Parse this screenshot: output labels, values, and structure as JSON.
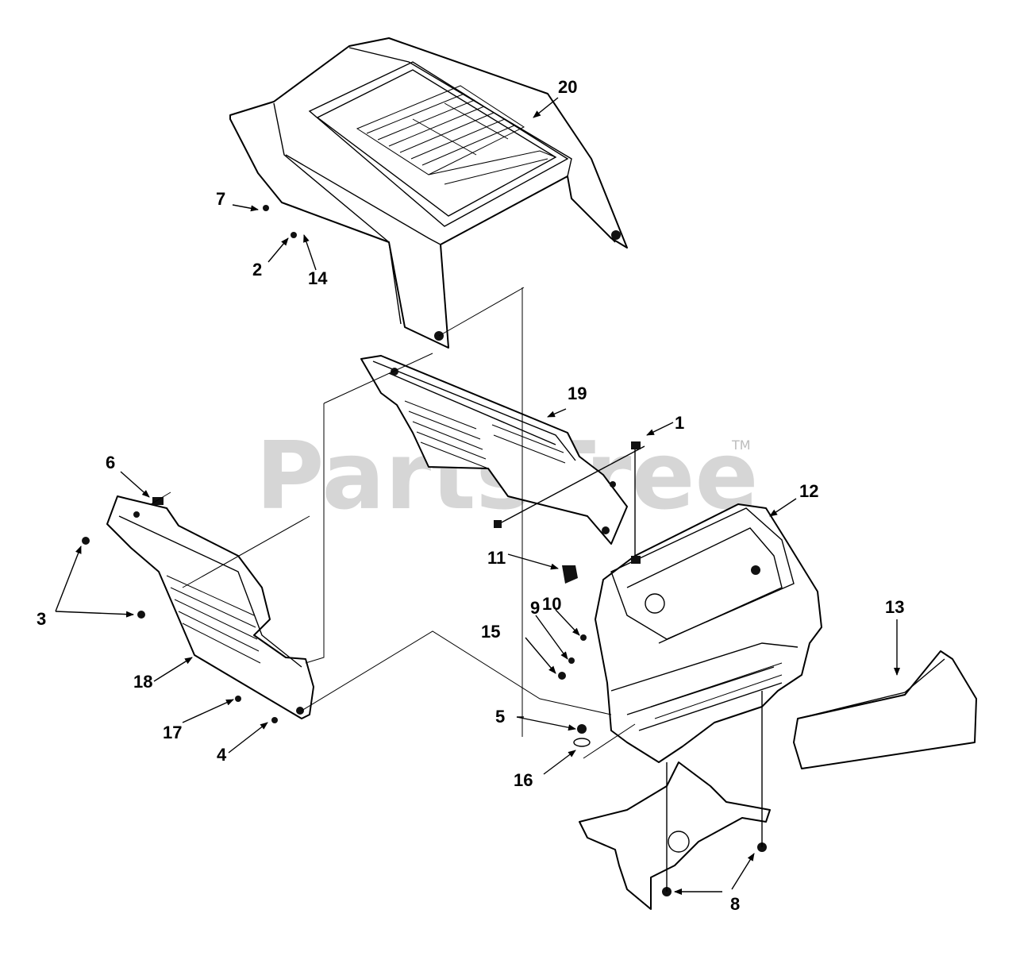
{
  "watermark": {
    "text": "PartsTree",
    "tm": "TM"
  },
  "callouts": [
    {
      "label": "1"
    },
    {
      "label": "2"
    },
    {
      "label": "3"
    },
    {
      "label": "4"
    },
    {
      "label": "5"
    },
    {
      "label": "6"
    },
    {
      "label": "7"
    },
    {
      "label": "8"
    },
    {
      "label": "9"
    },
    {
      "label": "10"
    },
    {
      "label": "11"
    },
    {
      "label": "12"
    },
    {
      "label": "13"
    },
    {
      "label": "14"
    },
    {
      "label": "15"
    },
    {
      "label": "16"
    },
    {
      "label": "17"
    },
    {
      "label": "18"
    },
    {
      "label": "19"
    },
    {
      "label": "20"
    }
  ]
}
